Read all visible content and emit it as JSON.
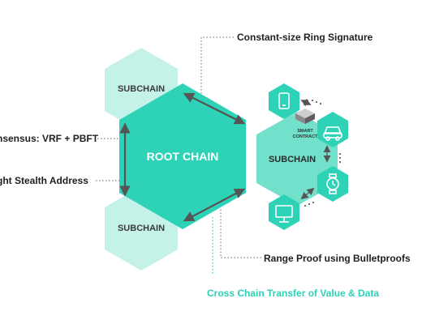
{
  "labels": {
    "ring_signature": "Constant-size Ring Signature",
    "consensus": "nsensus: VRF + PBFT",
    "stealth": "ght Stealth Address",
    "range_proof": "Range Proof using Bulletproofs",
    "cross_chain": "Cross Chain Transfer of Value & Data"
  },
  "hexes": {
    "subchain_top": "SUBCHAIN",
    "root": "ROOT CHAIN",
    "subchain_bottom": "SUBCHAIN",
    "subchain_right": "SUBCHAIN"
  },
  "smart_contract": [
    "SMART",
    "CONTRACT"
  ],
  "icons": [
    "phone-icon",
    "car-icon",
    "watch-icon",
    "monitor-icon",
    "smart-contract-icon"
  ],
  "colors": {
    "root": "#2ed3b7",
    "sub_light": "#c4f2e9",
    "sub_right": "#73e0cb",
    "small_hex": "#2ed3b7",
    "accent_text": "#2bd1b6",
    "arrow": "#555555"
  }
}
